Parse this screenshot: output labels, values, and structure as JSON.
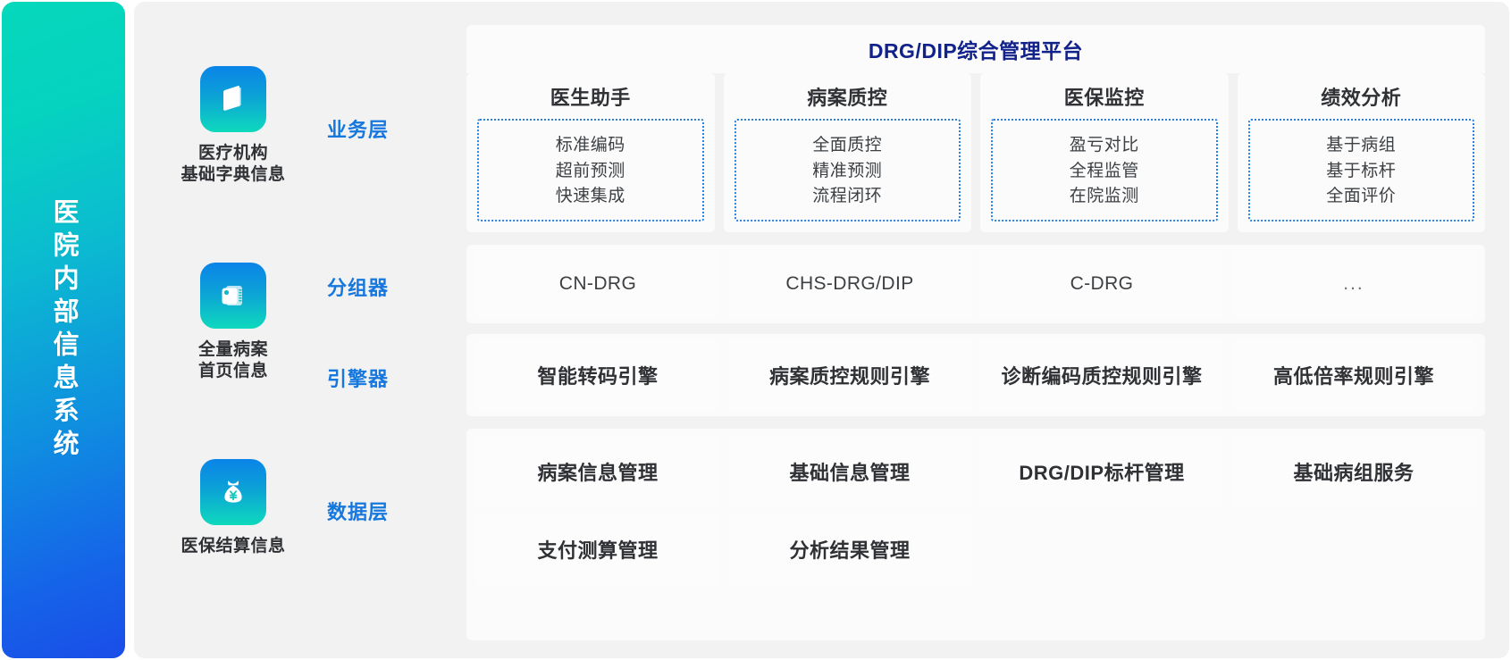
{
  "side_banner": {
    "label": "医院内部信息系统",
    "gradient_from": "#05d8bb",
    "gradient_to": "#1a4de8"
  },
  "sources": [
    {
      "icon": "book-icon",
      "label_line1": "医疗机构",
      "label_line2": "基础字典信息"
    },
    {
      "icon": "records-icon",
      "label_line1": "全量病案",
      "label_line2": "首页信息"
    },
    {
      "icon": "money-bag-icon",
      "label_line1": "医保结算信息",
      "label_line2": ""
    }
  ],
  "platform": {
    "title": "DRG/DIP综合管理平台",
    "title_color": "#11228a"
  },
  "layers": {
    "business": {
      "label": "业务层",
      "label_color": "#1677dd",
      "cards": [
        {
          "title": "医生助手",
          "items": [
            "标准编码",
            "超前预测",
            "快速集成"
          ]
        },
        {
          "title": "病案质控",
          "items": [
            "全面质控",
            "精准预测",
            "流程闭环"
          ]
        },
        {
          "title": "医保监控",
          "items": [
            "盈亏对比",
            "全程监管",
            "在院监测"
          ]
        },
        {
          "title": "绩效分析",
          "items": [
            "基于病组",
            "基于标杆",
            "全面评价"
          ]
        }
      ]
    },
    "grouper": {
      "label": "分组器",
      "label_color": "#1677dd",
      "cards": [
        "CN-DRG",
        "CHS-DRG/DIP",
        "C-DRG",
        "..."
      ]
    },
    "engine": {
      "label": "引擎器",
      "label_color": "#1677dd",
      "cards": [
        "智能转码引擎",
        "病案质控规则引擎",
        "诊断编码质控规则引擎",
        "高低倍率规则引擎"
      ]
    },
    "data": {
      "label": "数据层",
      "label_color": "#1677dd",
      "row1": [
        "病案信息管理",
        "基础信息管理",
        "DRG/DIP标杆管理",
        "基础病组服务"
      ],
      "row2": [
        "支付测算管理",
        "分析结果管理"
      ]
    }
  }
}
